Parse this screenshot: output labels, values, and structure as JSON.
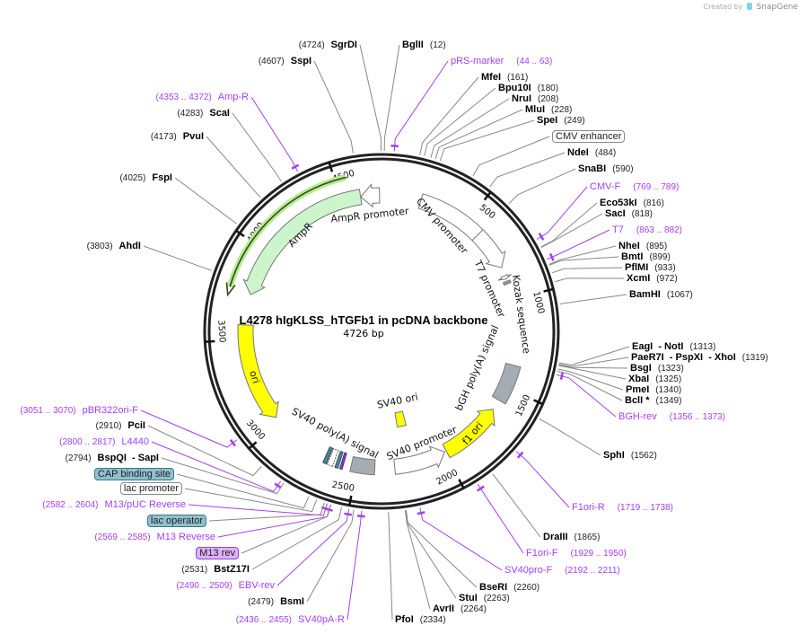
{
  "header": {
    "credit": "Created by",
    "brand": "SnapGene"
  },
  "map": {
    "title": "L4278 hIgKLSS_hTGFb1 in pcDNA backbone",
    "length_label": "4726 bp",
    "length": 4726,
    "ticks": [
      "500",
      "1000",
      "1500",
      "2000",
      "2500",
      "3000",
      "3500",
      "4000",
      "4500"
    ]
  },
  "enzymes": [
    {
      "name": "SgrDI",
      "site": 4724
    },
    {
      "name": "BglII",
      "site": 12
    },
    {
      "name": "MfeI",
      "site": 161
    },
    {
      "name": "Bpu10I",
      "site": 180
    },
    {
      "name": "NruI",
      "site": 208
    },
    {
      "name": "MluI",
      "site": 228
    },
    {
      "name": "SpeI",
      "site": 249
    },
    {
      "name": "NdeI",
      "site": 484
    },
    {
      "name": "SnaBI",
      "site": 590
    },
    {
      "name": "Eco53kI",
      "site": 816
    },
    {
      "name": "SacI",
      "site": 818
    },
    {
      "name": "NheI",
      "site": 895
    },
    {
      "name": "BmtI",
      "site": 899
    },
    {
      "name": "PflMI",
      "site": 933
    },
    {
      "name": "XcmI",
      "site": 972
    },
    {
      "name": "BamHI",
      "site": 1067
    },
    {
      "name": "EagI  - NotI",
      "site": 1313
    },
    {
      "name": "PaeR7I  - PspXI  - XhoI",
      "site": 1319
    },
    {
      "name": "BsgI",
      "site": 1323
    },
    {
      "name": "XbaI",
      "site": 1325
    },
    {
      "name": "PmeI",
      "site": 1340
    },
    {
      "name": "BclI *",
      "site": 1349
    },
    {
      "name": "SphI",
      "site": 1562
    },
    {
      "name": "DraIII",
      "site": 1865
    },
    {
      "name": "BseRI",
      "site": 2260
    },
    {
      "name": "StuI",
      "site": 2263
    },
    {
      "name": "AvrII",
      "site": 2264
    },
    {
      "name": "PfoI",
      "site": 2334
    },
    {
      "name": "BsmI",
      "site": 2479
    },
    {
      "name": "BstZ17I",
      "site": 2531
    },
    {
      "name": "BspQI  - SapI",
      "site": 2794
    },
    {
      "name": "PciI",
      "site": 2910
    },
    {
      "name": "AhdI",
      "site": 3803
    },
    {
      "name": "FspI",
      "site": 4025
    },
    {
      "name": "PvuI",
      "site": 4173
    },
    {
      "name": "ScaI",
      "site": 4283
    },
    {
      "name": "SspI",
      "site": 4607
    }
  ],
  "primers": [
    {
      "name": "pRS-marker",
      "range": "(44 .. 63)",
      "start": 44,
      "end": 63
    },
    {
      "name": "CMV-F",
      "range": "(769 .. 789)",
      "start": 769,
      "end": 789
    },
    {
      "name": "T7",
      "range": "(863 .. 882)",
      "start": 863,
      "end": 882
    },
    {
      "name": "BGH-rev",
      "range": "(1356 .. 1373)",
      "start": 1356,
      "end": 1373
    },
    {
      "name": "F1ori-R",
      "range": "(1719 .. 1738)",
      "start": 1719,
      "end": 1738
    },
    {
      "name": "F1ori-F",
      "range": "(1929 .. 1950)",
      "start": 1929,
      "end": 1950
    },
    {
      "name": "SV40pro-F",
      "range": "(2192 .. 2211)",
      "start": 2192,
      "end": 2211
    },
    {
      "name": "SV40pA-R",
      "range": "(2436 .. 2455)",
      "start": 2436,
      "end": 2455
    },
    {
      "name": "EBV-rev",
      "range": "(2490 .. 2509)",
      "start": 2490,
      "end": 2509
    },
    {
      "name": "M13 Reverse",
      "range": "(2569 .. 2585)",
      "start": 2569,
      "end": 2585
    },
    {
      "name": "M13/pUC Reverse",
      "range": "(2582 .. 2604)",
      "start": 2582,
      "end": 2604
    },
    {
      "name": "L4440",
      "range": "(2800 .. 2817)",
      "start": 2800,
      "end": 2817
    },
    {
      "name": "pBR322ori-F",
      "range": "(3051 .. 3070)",
      "start": 3051,
      "end": 3070
    },
    {
      "name": "Amp-R",
      "range": "(4353 .. 4372)",
      "start": 4353,
      "end": 4372
    }
  ],
  "boxed_labels": [
    {
      "name": "CMV enhancer"
    },
    {
      "name": "CAP binding site"
    },
    {
      "name": "lac promoter"
    },
    {
      "name": "lac operator"
    },
    {
      "name": "M13 rev"
    }
  ],
  "features": [
    {
      "name": "CMV promoter",
      "start": 220,
      "end": 815,
      "dir": 1,
      "color": "#ffffff"
    },
    {
      "name": "T7 promoter",
      "start": 863,
      "end": 882,
      "dir": 1,
      "color": "#ffffff"
    },
    {
      "name": "Kozak sequence",
      "start": 895,
      "end": 910,
      "dir": 0,
      "color": "#999999"
    },
    {
      "name": "bGH poly(A) signal",
      "start": 1370,
      "end": 1580,
      "dir": 0,
      "color": "#a6acb3"
    },
    {
      "name": "f1 ori",
      "start": 1640,
      "end": 1990,
      "dir": -1,
      "color": "#ffff00"
    },
    {
      "name": "SV40 promoter",
      "start": 2000,
      "end": 2290,
      "dir": -1,
      "color": "#ffffff"
    },
    {
      "name": "SV40 ori",
      "start": 2170,
      "end": 2240,
      "dir": 0,
      "color": "#ffff00"
    },
    {
      "name": "SV40 poly(A) signal",
      "start": 2400,
      "end": 2530,
      "dir": 0,
      "color": "#a6acb3"
    },
    {
      "name": "ori",
      "start": 3030,
      "end": 3580,
      "dir": -1,
      "color": "#ffff00"
    },
    {
      "name": "AmpR",
      "start": 3750,
      "end": 4610,
      "dir": -1,
      "color": "#ccf5cc"
    },
    {
      "name": "AmpR promoter",
      "start": 4611,
      "end": 4715,
      "dir": -1,
      "color": "#ffffff"
    }
  ]
}
